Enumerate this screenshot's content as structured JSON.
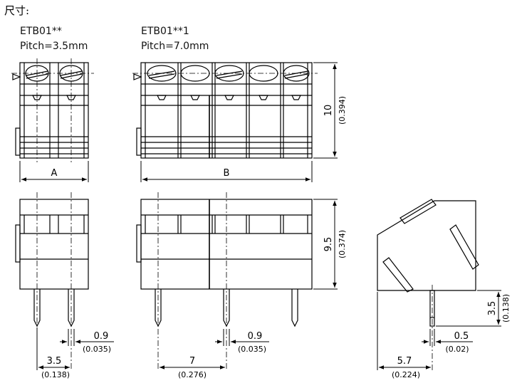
{
  "header": {
    "title": "尺寸:"
  },
  "models": [
    {
      "name": "ETB01**",
      "pitch": "Pitch=3.5mm"
    },
    {
      "name": "ETB01**1",
      "pitch": "Pitch=7.0mm"
    }
  ],
  "dimensions": {
    "width_a": "A",
    "width_b": "B",
    "height_top": {
      "mm": "10",
      "inch": "(0.394)"
    },
    "height_body": {
      "mm": "9.5",
      "inch": "(0.374)"
    },
    "pin_length": {
      "mm": "3.5",
      "inch": "(0.138)"
    },
    "pin_width_left": {
      "mm": "0.9",
      "inch": "(0.035)"
    },
    "pin_width_mid": {
      "mm": "0.9",
      "inch": "(0.035)"
    },
    "pin_width_side": {
      "mm": "0.5",
      "inch": "(0.02)"
    },
    "pitch_left": {
      "mm": "3.5",
      "inch": "(0.138)"
    },
    "pitch_mid": {
      "mm": "7",
      "inch": "(0.276)"
    },
    "side_offset": {
      "mm": "5.7",
      "inch": "(0.224)"
    }
  }
}
